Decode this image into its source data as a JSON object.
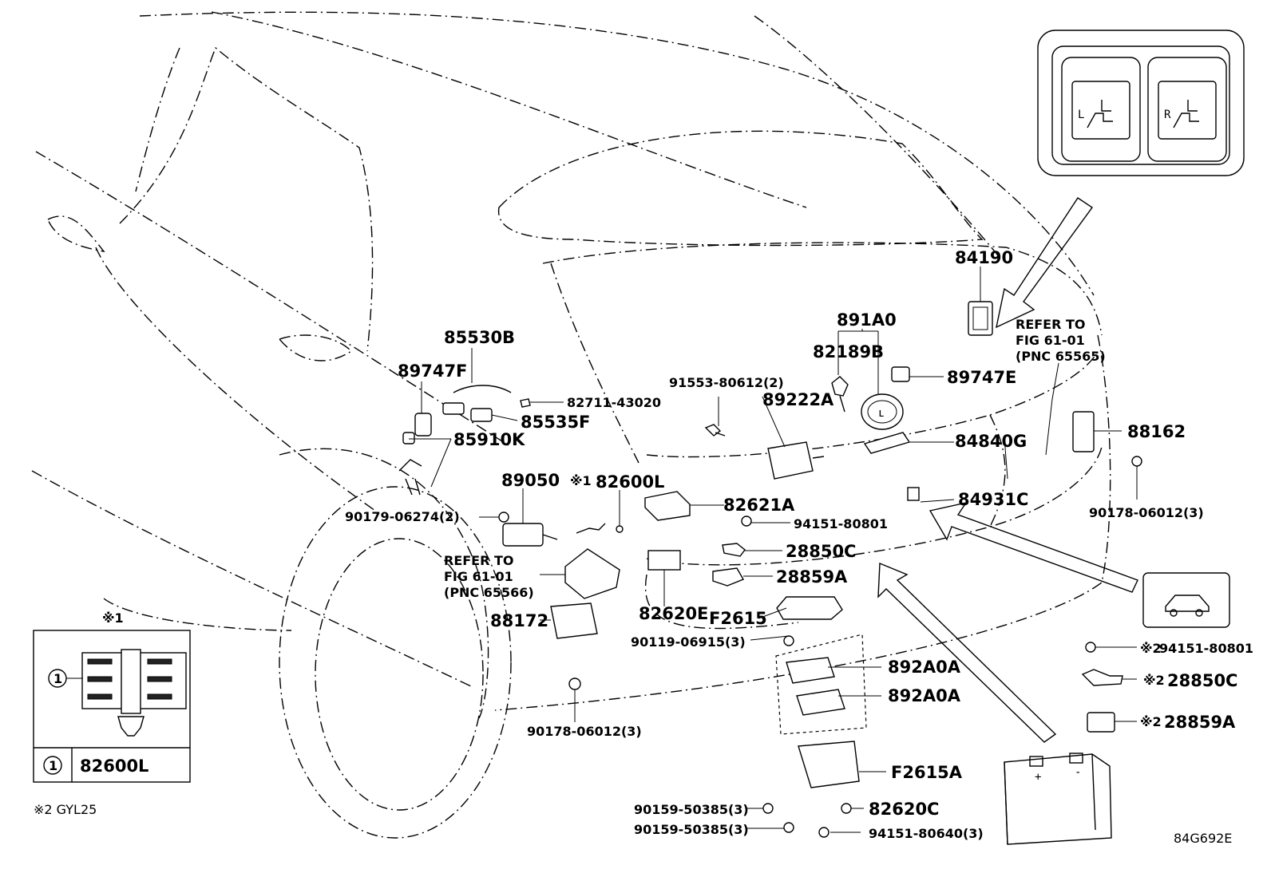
{
  "diagram_code": "84G692E",
  "inset_marker_1": "※1",
  "inset_circle_num": "1",
  "inset_part": "82600L",
  "note_2": "※2 GYL25",
  "labels": {
    "p84190": "84190",
    "p891A0": "891A0",
    "p82189B": "82189B",
    "p89747E": "89747E",
    "p91553": "91553-80612(2)",
    "p89222A": "89222A",
    "p85530B": "85530B",
    "p89747F": "89747F",
    "p82711": "82711-43020",
    "p85535F": "85535F",
    "p85910K": "85910K",
    "p89050": "89050",
    "p82600L_mark": "※1",
    "p82600L": "82600L",
    "p82621A": "82621A",
    "p84840G": "84840G",
    "p88162": "88162",
    "p84931C": "84931C",
    "p90178_r": "90178-06012(3)",
    "p94151_801": "94151-80801",
    "p28850C": "28850C",
    "p28859A": "28859A",
    "p90179": "90179-06274(2)",
    "ref_l1": "REFER TO",
    "ref_l2": "FIG 61-01",
    "ref_l3": "(PNC 65566)",
    "ref_r1": "REFER TO",
    "ref_r2": "FIG 61-01",
    "ref_r3": "(PNC 65565)",
    "p88172": "88172",
    "p82620E": "82620E",
    "pF2615": "F2615",
    "p90119": "90119-06915(3)",
    "p892A0A_1": "892A0A",
    "p892A0A_2": "892A0A",
    "p90178_b": "90178-06012(3)",
    "pF2615A": "F2615A",
    "p82620C": "82620C",
    "p90159_1": "90159-50385(3)",
    "p90159_2": "90159-50385(3)",
    "p94151_640": "94151-80640(3)",
    "s94151_mark": "※2",
    "s94151": "94151-80801",
    "s28850C_mark": "※2",
    "s28850C": "28850C",
    "s28859A_mark": "※2",
    "s28859A": "28859A",
    "switch_l": "L",
    "switch_r": "R"
  }
}
